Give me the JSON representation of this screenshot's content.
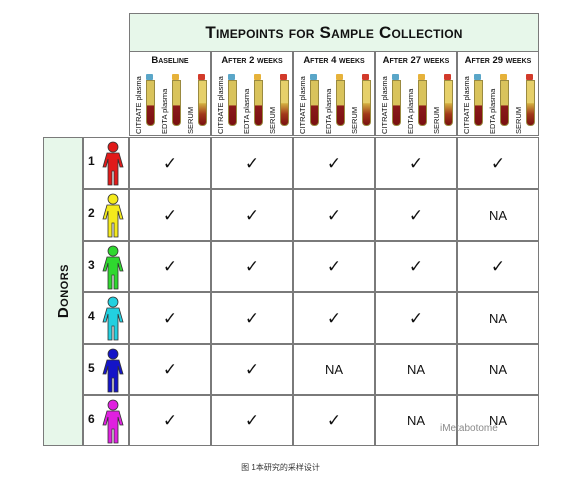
{
  "title": "Timepoints for Sample Collection",
  "timepoints": [
    "Baseline",
    "After 2 weeks",
    "After 4 weeks",
    "After 27 weeks",
    "After 29 weeks"
  ],
  "tube_labels": [
    "CITRATE plasma",
    "EDTA plasma",
    "SERUM"
  ],
  "tube_caps": [
    "#5aa6c8",
    "#e6b23a",
    "#d23a2a"
  ],
  "donors_label": "Donors",
  "donors": [
    {
      "num": "1",
      "color": "#e11a1a",
      "cells": [
        "✓",
        "✓",
        "✓",
        "✓",
        "✓"
      ]
    },
    {
      "num": "2",
      "color": "#f4ea1c",
      "cells": [
        "✓",
        "✓",
        "✓",
        "✓",
        "NA"
      ]
    },
    {
      "num": "3",
      "color": "#2fd82f",
      "cells": [
        "✓",
        "✓",
        "✓",
        "✓",
        "✓"
      ]
    },
    {
      "num": "4",
      "color": "#22d0e0",
      "cells": [
        "✓",
        "✓",
        "✓",
        "✓",
        "NA"
      ]
    },
    {
      "num": "5",
      "color": "#1414c8",
      "cells": [
        "✓",
        "✓",
        "NA",
        "NA",
        "NA"
      ]
    },
    {
      "num": "6",
      "color": "#e020e0",
      "cells": [
        "✓",
        "✓",
        "✓",
        "NA",
        "NA"
      ]
    }
  ],
  "caption": "图 1本研究的采样设计",
  "watermark": "iMetabotome"
}
